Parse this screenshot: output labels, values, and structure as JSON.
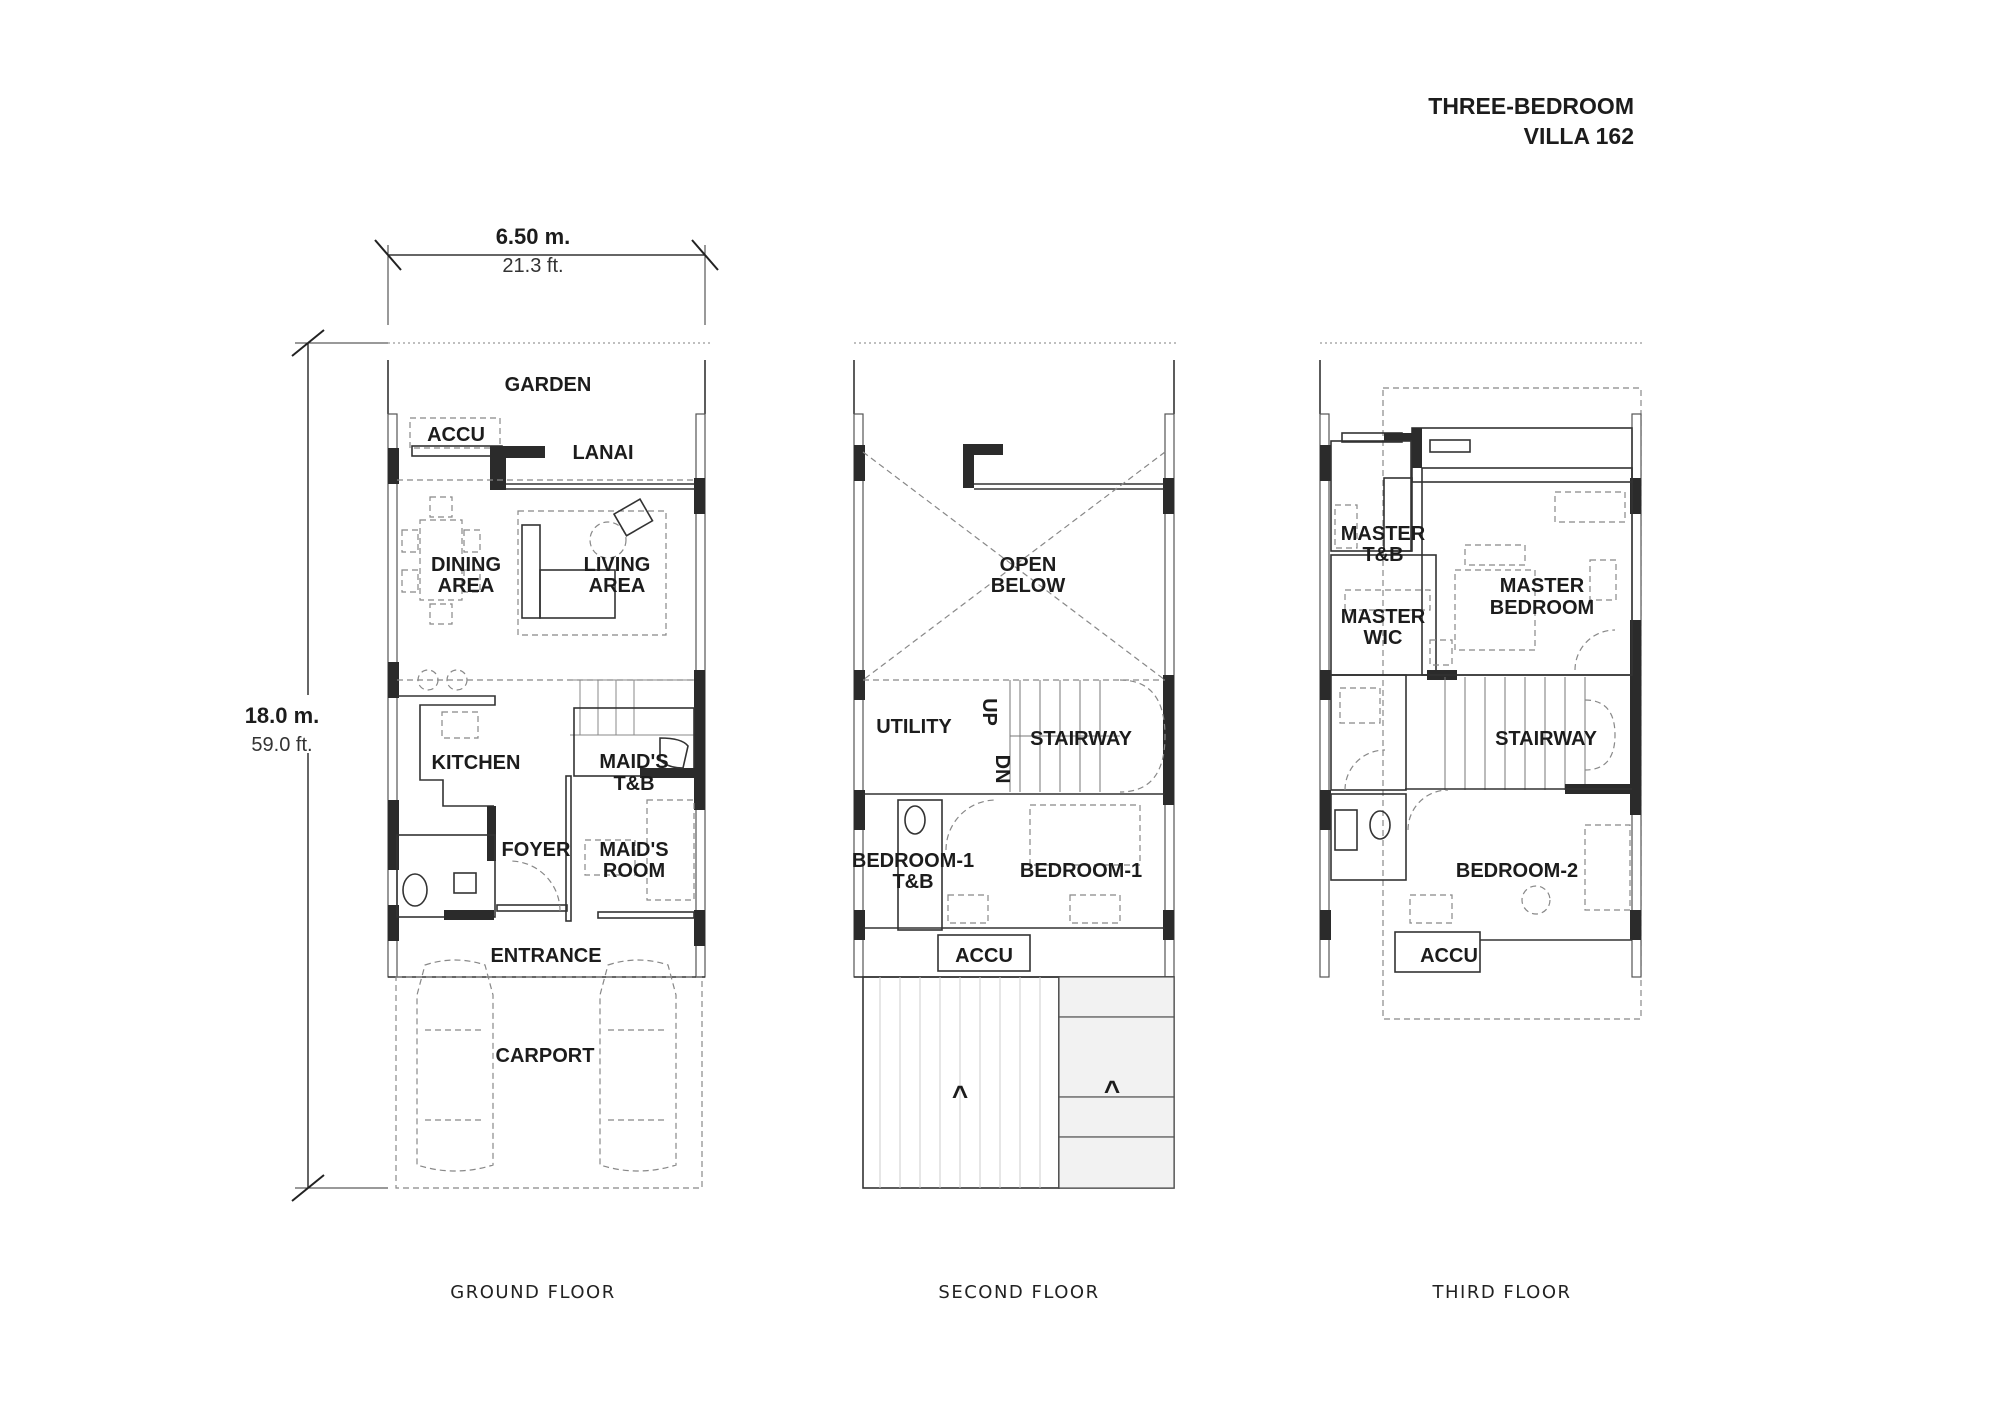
{
  "title": {
    "line1": "THREE-BEDROOM",
    "line2": "VILLA 162"
  },
  "dimensions": {
    "width_m": "6.50 m.",
    "width_ft": "21.3 ft.",
    "length_m": "18.0 m.",
    "length_ft": "59.0 ft."
  },
  "ground_floor": {
    "label": "GROUND FLOOR",
    "rooms": [
      "GARDEN",
      "ACCU",
      "LANAI",
      "DINING",
      "AREA",
      "LIVING",
      "AREA",
      "KITCHEN",
      "MAID'S",
      "T&B",
      "FOYER",
      "MAID'S",
      "ROOM",
      "ENTRANCE",
      "CARPORT"
    ]
  },
  "second_floor": {
    "label": "SECOND FLOOR",
    "rooms": [
      "OPEN",
      "BELOW",
      "UTILITY",
      "UP",
      "DN",
      "STAIRWAY",
      "BEDROOM-1",
      "T&B",
      "BEDROOM-1",
      "ACCU"
    ],
    "arrows": [
      "^",
      "^"
    ]
  },
  "third_floor": {
    "label": "THIRD FLOOR",
    "rooms": [
      "MASTER",
      "T&B",
      "MASTER",
      "WIC",
      "MASTER",
      "BEDROOM",
      "STAIRWAY",
      "BEDROOM-2",
      "ACCU"
    ]
  }
}
